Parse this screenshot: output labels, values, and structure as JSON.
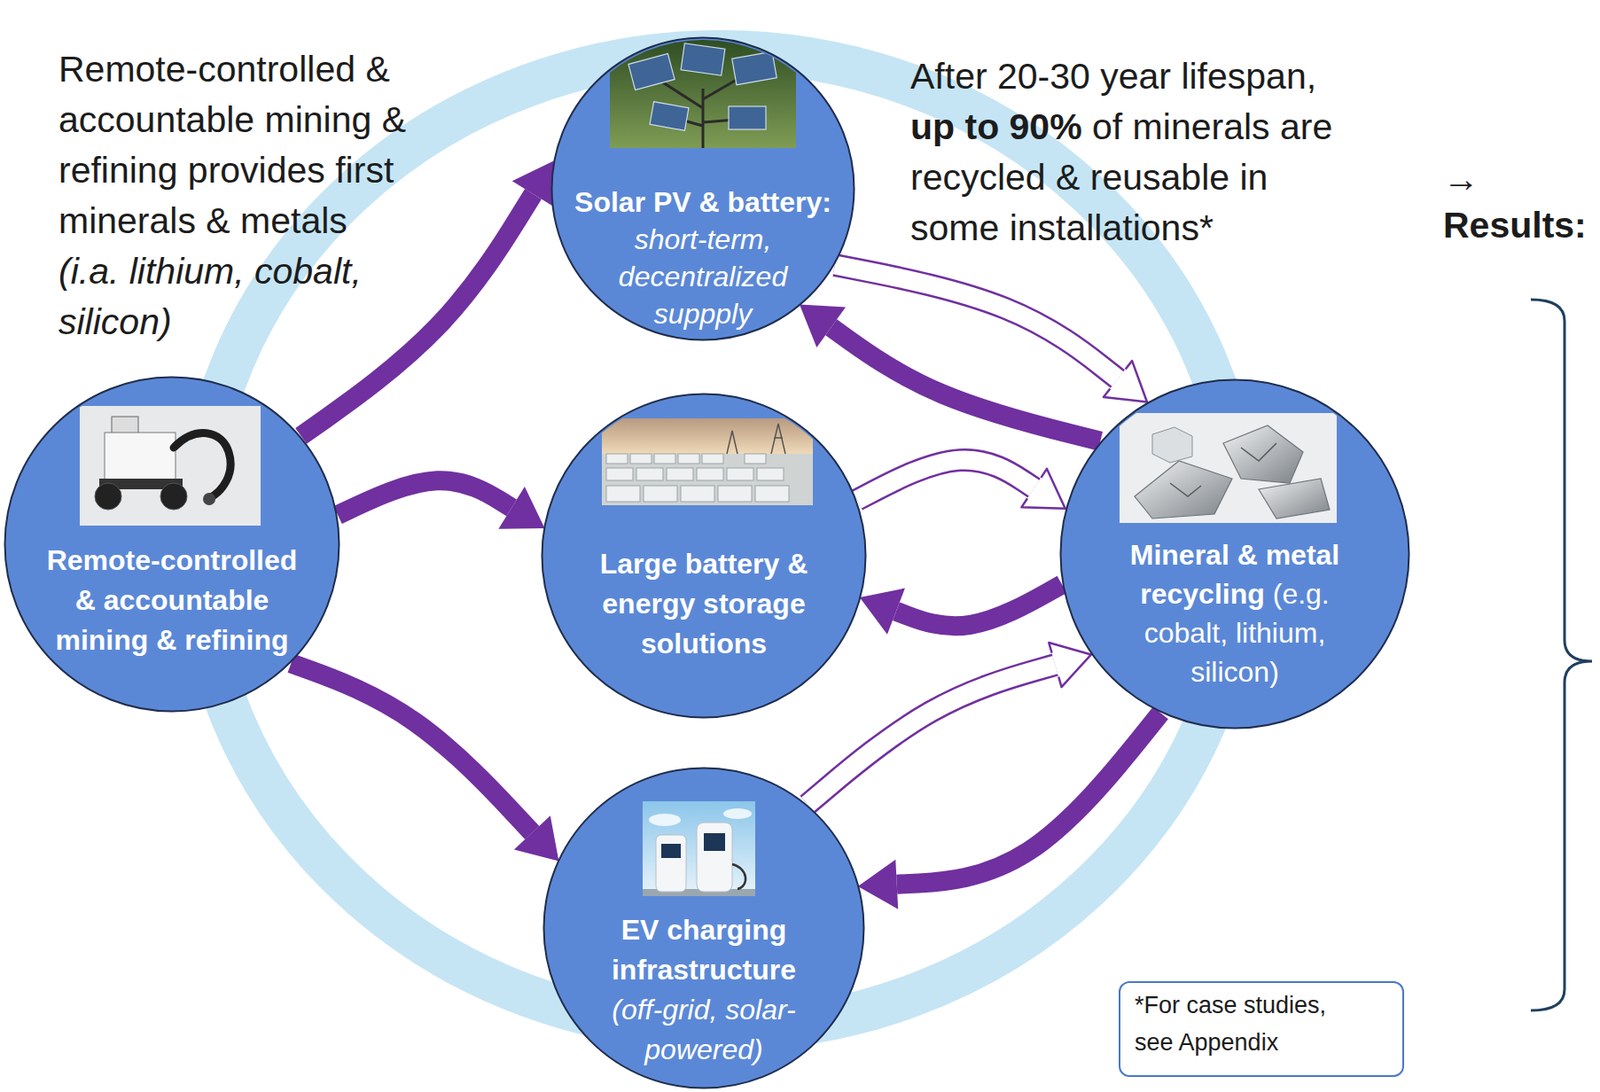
{
  "diagram": {
    "nodes": [
      {
        "text": [
          "Solar PV & battery:",
          "short-term, decentralized suppply"
        ]
      },
      {
        "text": [
          "Remote-controlled & accountable mining & refining"
        ]
      },
      {
        "text": [
          "Large battery & energy storage solutions"
        ]
      },
      {
        "text": [
          "Mineral & metal recycling",
          "(e.g. cobalt, lithium, silicon)"
        ]
      },
      {
        "text": [
          "EV charging infrastructure",
          "(off-grid, solar-powered)"
        ]
      },
      {
        "text": [
          "*For case studies, see Appendix"
        ]
      }
    ],
    "edges": [
      {
        "from": 1,
        "to": 0,
        "arrow": "to"
      },
      {
        "from": 1,
        "to": 2,
        "arrow": "to"
      },
      {
        "from": 1,
        "to": 4,
        "arrow": "to"
      },
      {
        "from": 0,
        "to": 3,
        "arrow": "to"
      },
      {
        "from": 3,
        "to": 0,
        "arrow": "to"
      },
      {
        "from": 2,
        "to": 3,
        "arrow": "to"
      },
      {
        "from": 3,
        "to": 2,
        "arrow": "to"
      },
      {
        "from": 4,
        "to": 3,
        "arrow": "to"
      },
      {
        "from": 3,
        "to": 4,
        "arrow": "to"
      }
    ],
    "labels": [
      "Remote-controlled & accountable mining & refining provides first minerals & metals (i.a. lithium, cobalt, silicon)",
      "After 20-30 year lifespan, up to 90% of minerals are recycled & reusable in some installations*",
      "→ Results:"
    ]
  }
}
